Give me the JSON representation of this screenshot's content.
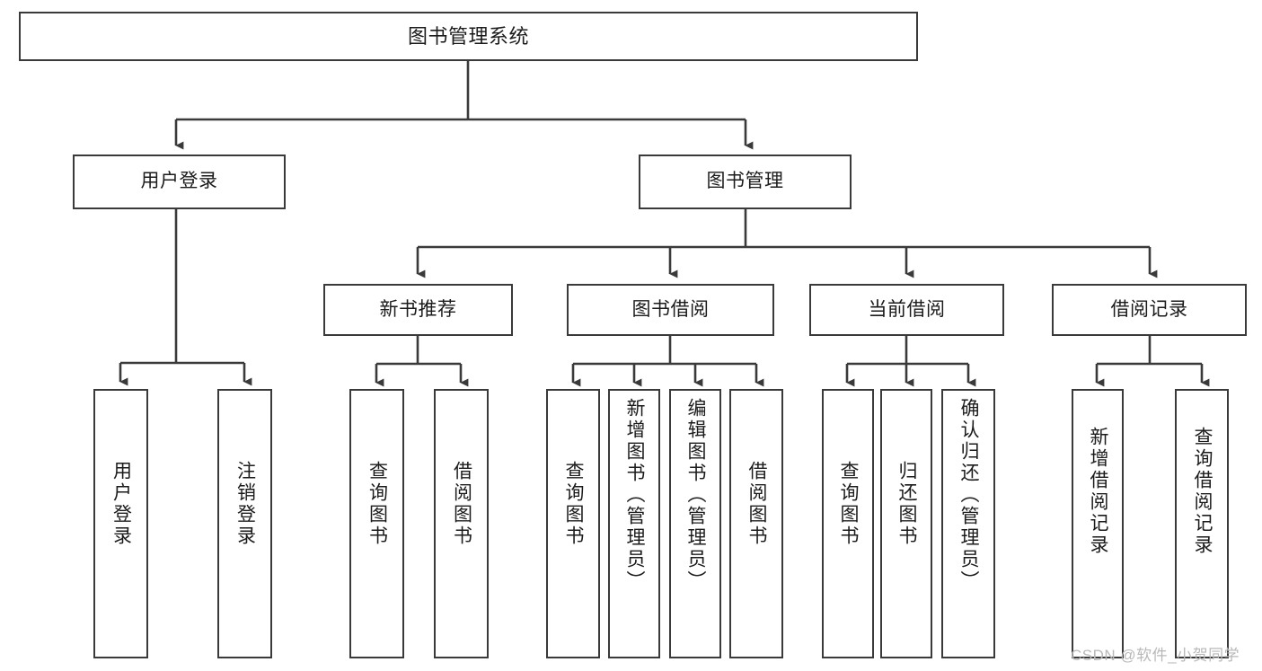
{
  "diagram": {
    "title_node": {
      "label": "图书管理系统"
    },
    "level2": [
      {
        "id": "user-login",
        "label": "用户登录"
      },
      {
        "id": "book-management",
        "label": "图书管理"
      }
    ],
    "level3": [
      {
        "id": "new-book-recommend",
        "label": "新书推荐"
      },
      {
        "id": "book-borrow",
        "label": "图书借阅"
      },
      {
        "id": "current-borrow",
        "label": "当前借阅"
      },
      {
        "id": "borrow-record",
        "label": "借阅记录"
      }
    ],
    "leaves": {
      "user_login": [
        {
          "id": "leaf-user-login",
          "label": "用户登录"
        },
        {
          "id": "leaf-logout-login",
          "label": "注销登录"
        }
      ],
      "new_book_recommend": [
        {
          "id": "leaf-query-book-1",
          "label": "查询图书"
        },
        {
          "id": "leaf-borrow-book-1",
          "label": "借阅图书"
        }
      ],
      "book_borrow": [
        {
          "id": "leaf-query-book-2",
          "label": "查询图书"
        },
        {
          "id": "leaf-add-book",
          "label": "新增图书（管理员）"
        },
        {
          "id": "leaf-edit-book",
          "label": "编辑图书（管理员）"
        },
        {
          "id": "leaf-borrow-book-2",
          "label": "借阅图书"
        }
      ],
      "current_borrow": [
        {
          "id": "leaf-query-book-3",
          "label": "查询图书"
        },
        {
          "id": "leaf-return-book",
          "label": "归还图书"
        },
        {
          "id": "leaf-confirm-return",
          "label": "确认归还（管理员）"
        }
      ],
      "borrow_record": [
        {
          "id": "leaf-add-borrow-record",
          "label": "新增借阅记录"
        },
        {
          "id": "leaf-query-borrow-record",
          "label": "查询借阅记录"
        }
      ]
    }
  },
  "watermark": {
    "text": "CSDN @软件_小贺同学"
  },
  "colors": {
    "border": "#3a3a3a",
    "background": "#ffffff",
    "text": "#1b1b1b",
    "watermark": "#b9b9b9"
  }
}
